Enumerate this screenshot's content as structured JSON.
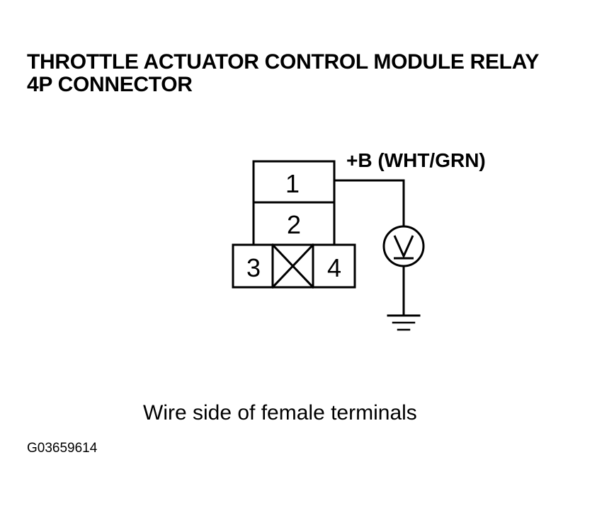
{
  "title": {
    "line1": "THROTTLE ACTUATOR CONTROL MODULE RELAY",
    "line2": "4P CONNECTOR"
  },
  "connector": {
    "terminals": [
      "1",
      "2",
      "3",
      "4"
    ]
  },
  "supply_label": "+B (WHT/GRN)",
  "voltmeter_symbol": "V",
  "caption": "Wire side of female terminals",
  "figure_id": "G03659614"
}
